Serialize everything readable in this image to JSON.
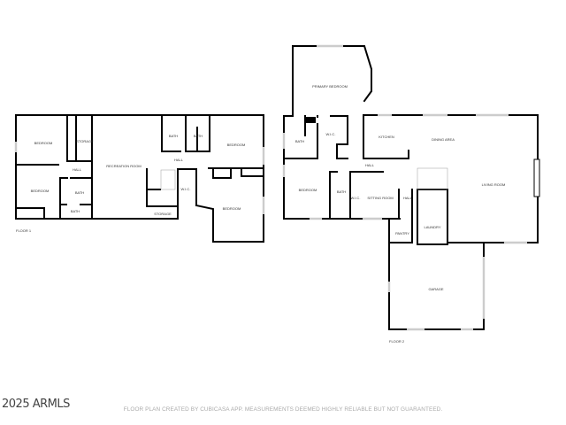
{
  "floor1": {
    "title": "FLOOR 1",
    "rooms": [
      "BEDROOM",
      "STORAGE",
      "HALL",
      "RECREATION ROOM",
      "BEDROOM",
      "BATH",
      "BATH",
      "BATH",
      "BATH",
      "HALL",
      "BEDROOM",
      "W.I.C.",
      "STORAGE",
      "BEDROOM"
    ]
  },
  "floor2": {
    "title": "FLOOR 2",
    "rooms": [
      "PRIMARY BEDROOM",
      "BATH",
      "W.I.C.",
      "KITCHEN",
      "DINING AREA",
      "HALL",
      "LIVING ROOM",
      "BEDROOM",
      "BATH",
      "W.I.C.",
      "SITTING ROOM",
      "HALL",
      "PANTRY",
      "LAUNDRY",
      "GARAGE"
    ]
  },
  "watermark": "2025 ARMLS",
  "disclaimer": "FLOOR PLAN CREATED BY CUBICASA APP. MEASUREMENTS DEEMED HIGHLY RELIABLE BUT NOT GUARANTEED.",
  "colors": {
    "wall": "#000000",
    "window": "#cccccc",
    "label": "#333333"
  }
}
